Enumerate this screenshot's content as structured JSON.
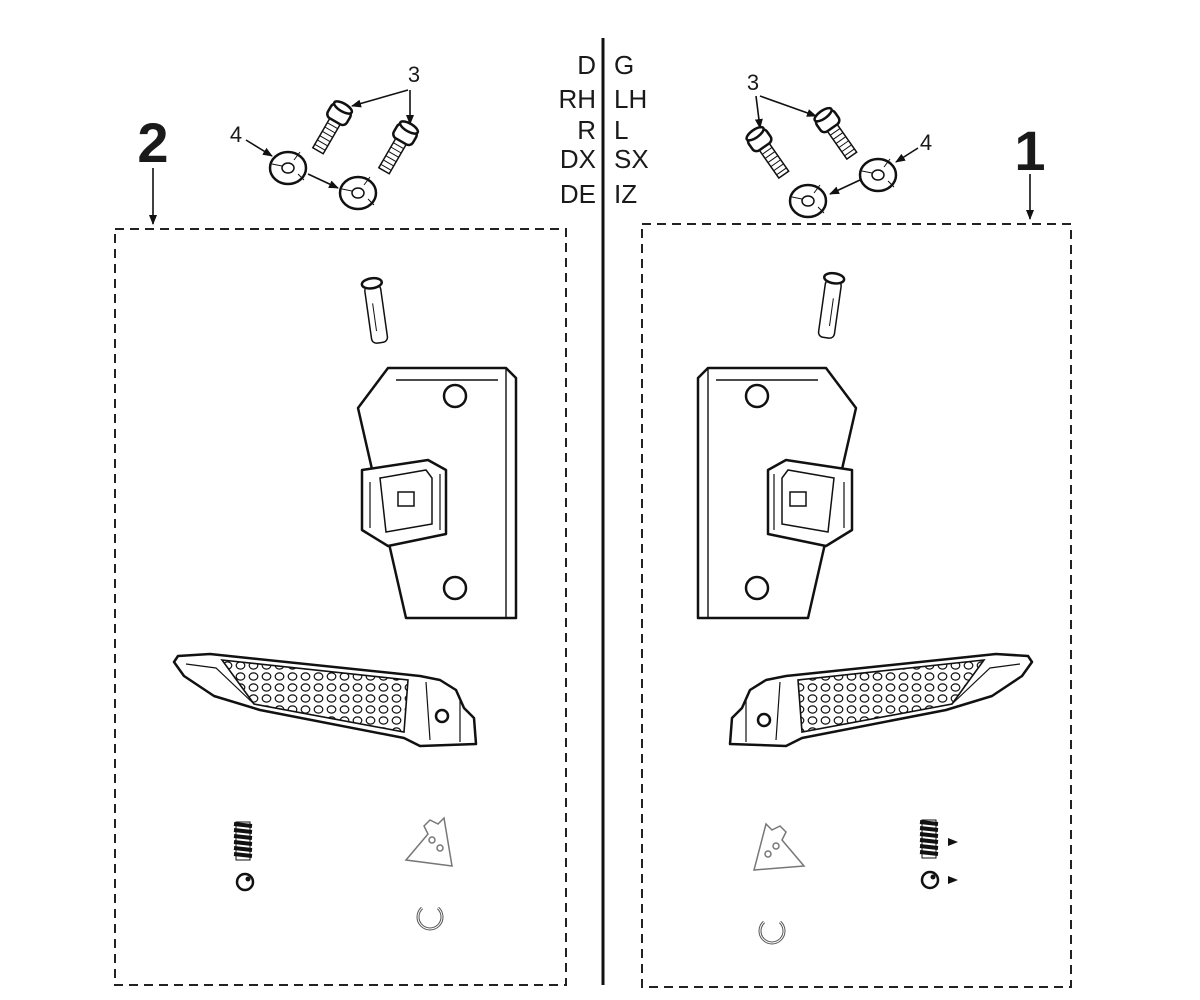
{
  "callouts": {
    "kit_left": "2",
    "kit_right": "1",
    "screw": "3",
    "washer": "4"
  },
  "side_codes": [
    {
      "right": "D",
      "left": "G"
    },
    {
      "right": "RH",
      "left": "LH"
    },
    {
      "right": "R",
      "left": "L"
    },
    {
      "right": "DX",
      "left": "SX"
    },
    {
      "right": "DE",
      "left": "IZ"
    }
  ]
}
